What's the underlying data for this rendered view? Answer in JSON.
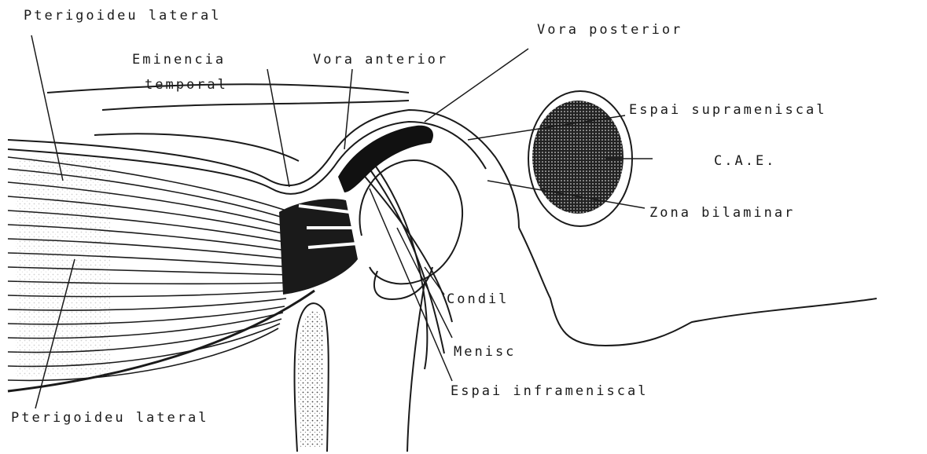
{
  "labels": {
    "pterigoideu_top": "Pterigoideu lateral",
    "eminencia_1": "Eminencia",
    "eminencia_2": "temporal",
    "vora_anterior": "Vora anterior",
    "vora_posterior": "Vora posterior",
    "espai_supra": "Espai suprameniscal",
    "cae": "C.A.E.",
    "zona_bilaminar": "Zona bilaminar",
    "condil": "Condil",
    "menisc": "Menisc",
    "espai_infra": "Espai inframeniscal",
    "pterigoideu_bottom": "Pterigoideu lateral"
  },
  "colors": {
    "ink": "#1a1a1a",
    "background": "#ffffff",
    "stipple": "#555555"
  }
}
